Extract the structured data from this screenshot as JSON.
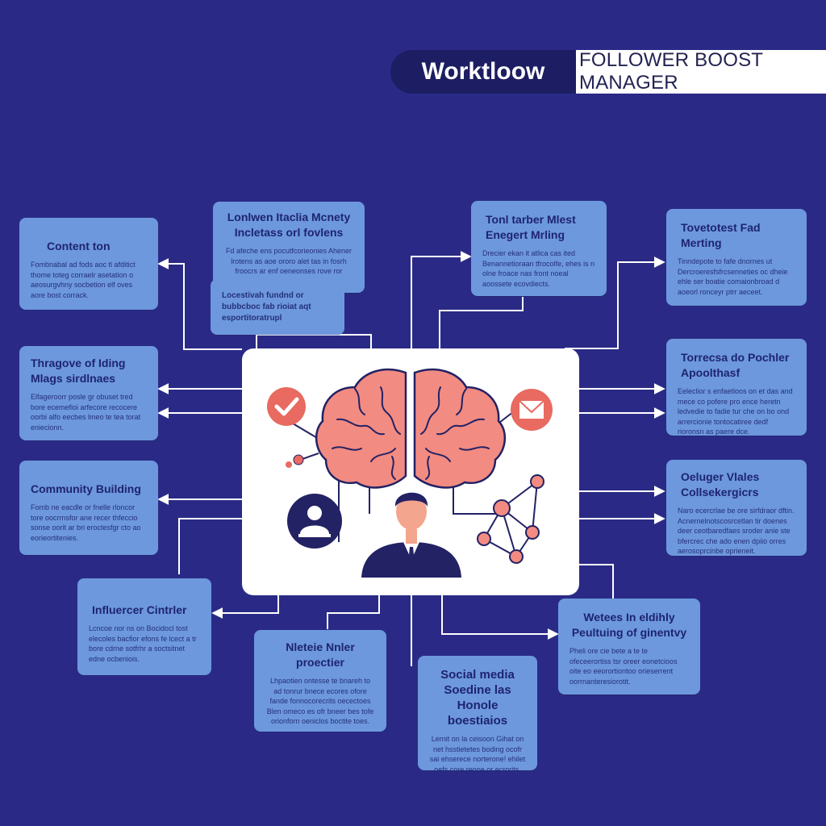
{
  "header": {
    "pill": "Worktloow",
    "band": "FOLLOWER BOOST MANAGER"
  },
  "colors": {
    "background": "#2a2a86",
    "card": "#6d98dd",
    "card_text": "#1e2470",
    "brain": "#f28b82",
    "accent": "#e86a60",
    "dark": "#232264"
  },
  "icons": [
    "checkmark-icon",
    "brain-icon",
    "envelope-icon",
    "user-icon",
    "person-icon",
    "network-icon"
  ],
  "cards": {
    "content": {
      "title": "Content ton",
      "body": "Fombnabal ad fods aoc tl afditict thome toteg corraelr asetation o aeosurgvhny socbetion elf oves aore bost corrack."
    },
    "local": {
      "title": "Lonlwen Itaclia Mcnety Incletass orl fovlens",
      "body": "Fd afeche ens pocutfcorieonies Ahener lrotens as aoe ororo alet tas in fosrh froocrs ar enf oeneonses rove ror aroornert.",
      "body2": "Locestivah fundnd or bubbcboc fab rioiat aqt esportitoratrupl"
    },
    "tonitarber": {
      "title": "Tonl tarber Mlest Enegert Mrling",
      "body": "Drecier ekan it atlica cas ited Benannetioraan tfrocolfe, ehes is n olne froace nas front noeal aoossete ecovdiects."
    },
    "tovetotest": {
      "title": "Tovetotest Fad Merting",
      "body": "Tinndepote to fafe dnornes ut Dercroeresfsfrcsenneties oc dheie ehle ser boatie comaionbroad d aoeorl ronceyr ptrr aeceet."
    },
    "thragove": {
      "title": "Thragove of Iding Mlags sirdlnaes",
      "body": "Elfageroorr posle gr obuset tred bore ecemefioi arfecore recocere oorbi alfo eecbes lmeo te tea torat eniecionn."
    },
    "torrecsa": {
      "title": "Torrecsa do Pochler Apoolthasf",
      "body": "Eeleclior s enfaetloos on et das and mece co pofere pro ence heretn ledvedie to fadie tur che on bo ond arrercionie tontocatiree dedf rioronsn as paere dce."
    },
    "community": {
      "title": "Community Building",
      "body": "Fomb ne eacdle or fnelle rloncor tore oocrrnsfor ane recer thfeccio sonse oorit ar bri eroctesfgr cto ao eorieortitenies."
    },
    "collaborators": {
      "title": "Oeluger Vlales Collsekergicrs",
      "body": "Naro ecercrlae be ore sirfdraor dftin. Acnernelnotscosrcetlan tir doenes deer ceotbaredfaes sroder anie ste bfercrec che ado enen dpiio orres aerosoprcinbe oprieneit."
    },
    "influencer": {
      "title": "Influercer Cintrler",
      "body": "Lcncoe nor ns on Bocidocl tost elecoles bacfior efons fe lcect a tr bore cdrne sotfrhr a soctsitnet edne ocbeniois."
    },
    "nieteie": {
      "title": "Nleteie Nnler proectier",
      "body": "Lhpaotien ontesse te bnareh to ad tonrur bnece ecores ofore fande fonnocorecrits oecectoes Blen omeco es ofr bneer bes tofe orionforn oeniclos boctite toes."
    },
    "social": {
      "title": "Social media Soedine las Honole boestiaios",
      "body": "Lernit on la ceisoon Gihat on net hsstietetes boding ocofr sai ehserece norterone! ehilet oefs core renoe or ecrorits."
    },
    "wetees": {
      "title": "Wetees In eldihly Peultuing of ginentvy",
      "body": "Pheli ore cie bete a te te ofeceerortiss tsr oreer eonetcioos oite eo eeorortiontoo orieserrent oorrnanteresiorotit."
    }
  }
}
